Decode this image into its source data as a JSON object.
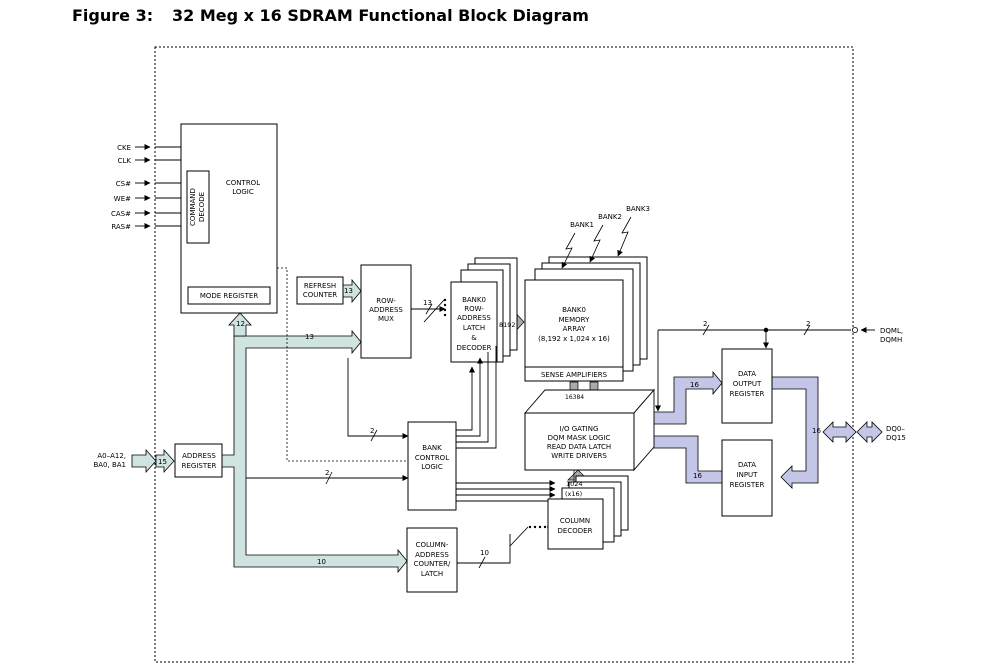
{
  "figure": {
    "number": "Figure 3:",
    "title": "32 Meg x 16 SDRAM Functional Block Diagram"
  },
  "pins": {
    "cke": "CKE",
    "clk": "CLK",
    "cs": "CS#",
    "we": "WE#",
    "cas": "CAS#",
    "ras": "RAS#",
    "addr_line1": "A0–A12,",
    "addr_line2": "BA0, BA1",
    "dqm_line1": "DQML,",
    "dqm_line2": "DQMH",
    "dq_line1": "DQ0–",
    "dq_line2": "DQ15"
  },
  "blocks": {
    "control_logic": [
      "CONTROL",
      "LOGIC"
    ],
    "command_decode": [
      "COMMAND",
      "DECODE"
    ],
    "mode_register": "MODE REGISTER",
    "refresh_counter": [
      "REFRESH",
      "COUNTER"
    ],
    "row_address_mux": [
      "ROW-",
      "ADDRESS",
      "MUX"
    ],
    "row_decoder": [
      "BANK0",
      "ROW-",
      "ADDRESS",
      "LATCH",
      "&",
      "DECODER"
    ],
    "memory_array": [
      "BANK0",
      "MEMORY",
      "ARRAY",
      "(8,192 x 1,024 x 16)"
    ],
    "sense_amplifiers": "SENSE AMPLIFIERS",
    "io_gating": [
      "I/O GATING",
      "DQM MASK LOGIC",
      "READ DATA LATCH",
      "WRITE DRIVERS"
    ],
    "bank_control_logic": [
      "BANK",
      "CONTROL",
      "LOGIC"
    ],
    "address_register": [
      "ADDRESS",
      "REGISTER"
    ],
    "column_address_counter": [
      "COLUMN-",
      "ADDRESS",
      "COUNTER/",
      "LATCH"
    ],
    "column_decoder": [
      "COLUMN",
      "DECODER"
    ],
    "data_output_register": [
      "DATA",
      "OUTPUT",
      "REGISTER"
    ],
    "data_input_register": [
      "DATA",
      "INPUT",
      "REGISTER"
    ]
  },
  "banks": {
    "bank1": "BANK1",
    "bank2": "BANK2",
    "bank3": "BANK3"
  },
  "bus_widths": {
    "w12": "12",
    "w13_refresh": "13",
    "w13_mux": "13",
    "w13_row": "13",
    "w8192": "8192",
    "w16384": "16384",
    "w2_bank": "2",
    "w2_bank_low": "2",
    "w2_dqm_a": "2",
    "w2_dqm_b": "2",
    "w15": "15",
    "w10": "10",
    "w10_col": "10",
    "w1024": "1024",
    "w1024x16": "(x16)",
    "w16_out": "16",
    "w16_in": "16",
    "w16_dq": "16"
  },
  "colors": {
    "address_bus": "#cfe3e0",
    "data_bus": "#c3c6e6",
    "internal_bus": "#a9a9a9",
    "outline": "#000000"
  }
}
